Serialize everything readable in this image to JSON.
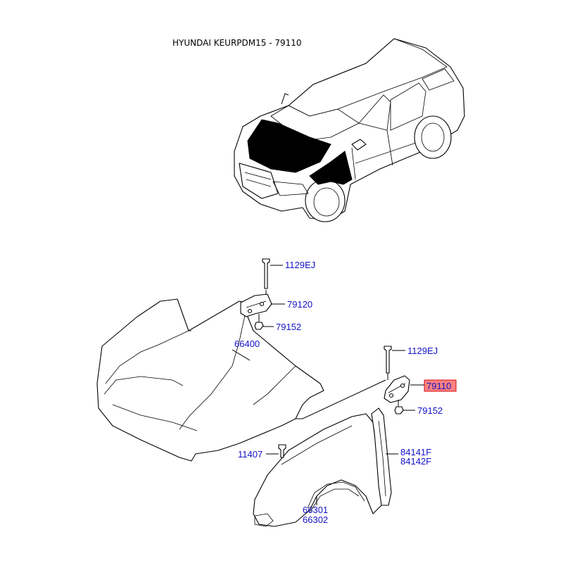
{
  "header": {
    "title": "HYUNDAI KEURPDM15 - 79110"
  },
  "callouts": {
    "bolt_top": "1129EJ",
    "hinge_left": "79120",
    "nut_left": "79152",
    "hood": "66400",
    "bolt_right": "1129EJ",
    "hinge_right": "79110",
    "nut_right": "79152",
    "fender_bolt": "11407",
    "fender_seal_1": "84141F",
    "fender_seal_2": "84142F",
    "fender_1": "66301",
    "fender_2": "66302"
  },
  "colors": {
    "callout_text": "#1212c8",
    "highlight_fill": "#ff8080",
    "highlight_border": "#d01010"
  }
}
